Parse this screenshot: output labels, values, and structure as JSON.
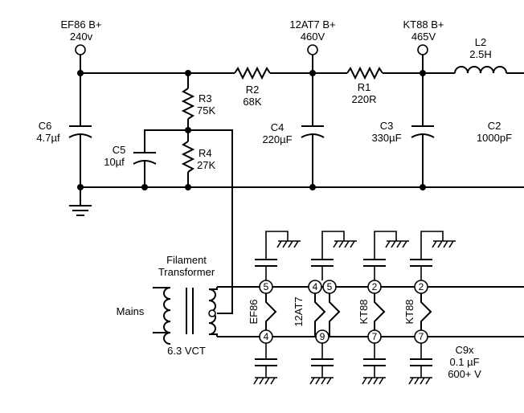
{
  "supply_labels": {
    "ef86": {
      "name": "EF86  B+",
      "voltage": "240v"
    },
    "at7": {
      "name": "12AT7 B+",
      "voltage": "460V"
    },
    "kt88": {
      "name": "KT88 B+",
      "voltage": "465V"
    }
  },
  "components": {
    "l2": {
      "ref": "L2",
      "value": "2.5H"
    },
    "r1": {
      "ref": "R1",
      "value": "220R"
    },
    "r2": {
      "ref": "R2",
      "value": "68K"
    },
    "r3": {
      "ref": "R3",
      "value": "75K"
    },
    "r4": {
      "ref": "R4",
      "value": "27K"
    },
    "c2": {
      "ref": "C2",
      "value": "1000pF"
    },
    "c3": {
      "ref": "C3",
      "value": "330µF"
    },
    "c4": {
      "ref": "C4",
      "value": "220µF"
    },
    "c5": {
      "ref": "C5",
      "value": "10µf"
    },
    "c6": {
      "ref": "C6",
      "value": "4.7µf"
    },
    "c9": {
      "ref": "C9x",
      "value": "0.1 µF",
      "rating": "600+ V"
    }
  },
  "transformer": {
    "title_line1": "Filament",
    "title_line2": "Transformer",
    "input": "Mains",
    "output": "6.3 VCT"
  },
  "tubes": {
    "t1": "EF86",
    "t2": "12AT7",
    "t3": "KT88",
    "t4": "KT88"
  },
  "pins": {
    "ef86_top": "5",
    "ef86_bot": "4",
    "at7_top_a": "4",
    "at7_top_b": "5",
    "at7_bot": "9",
    "kt88a_top": "2",
    "kt88a_bot": "7",
    "kt88b_top": "2",
    "kt88b_bot": "7"
  }
}
